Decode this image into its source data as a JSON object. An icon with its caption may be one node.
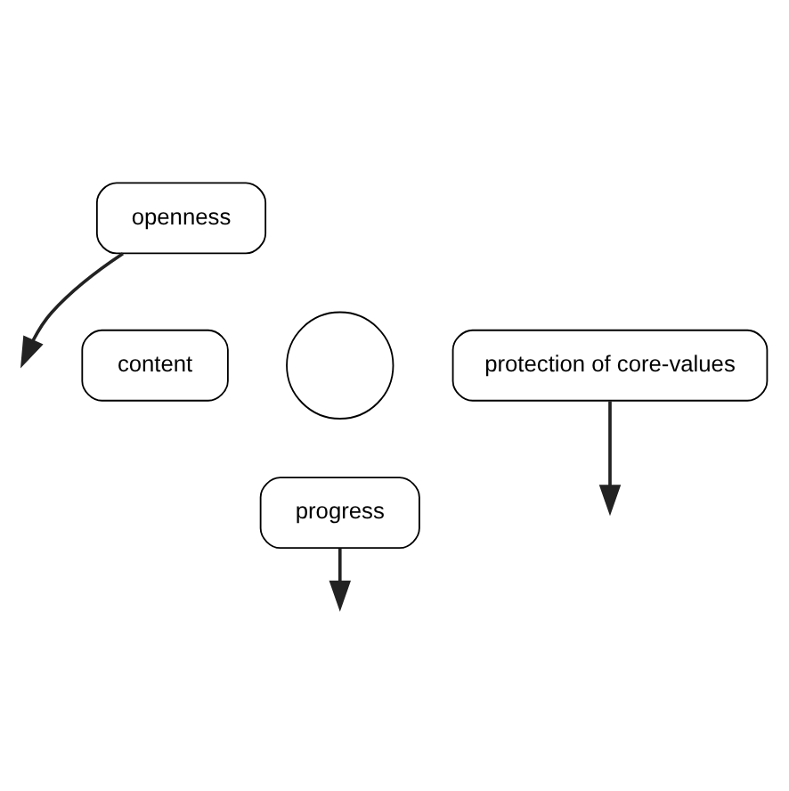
{
  "diagram": {
    "nodes": [
      {
        "text": [
          "openness"
        ]
      },
      {
        "text": [
          "content"
        ]
      },
      {
        "text": [
          "protection of core-values"
        ]
      },
      {
        "text": [
          "progress"
        ]
      },
      {
        "text": [],
        "shape": "circle"
      }
    ],
    "edges": [
      {
        "from": 0,
        "to": null,
        "arrow": "to"
      },
      {
        "from": 2,
        "to": null,
        "arrow": "to"
      },
      {
        "from": 3,
        "to": null,
        "arrow": "to"
      }
    ]
  }
}
